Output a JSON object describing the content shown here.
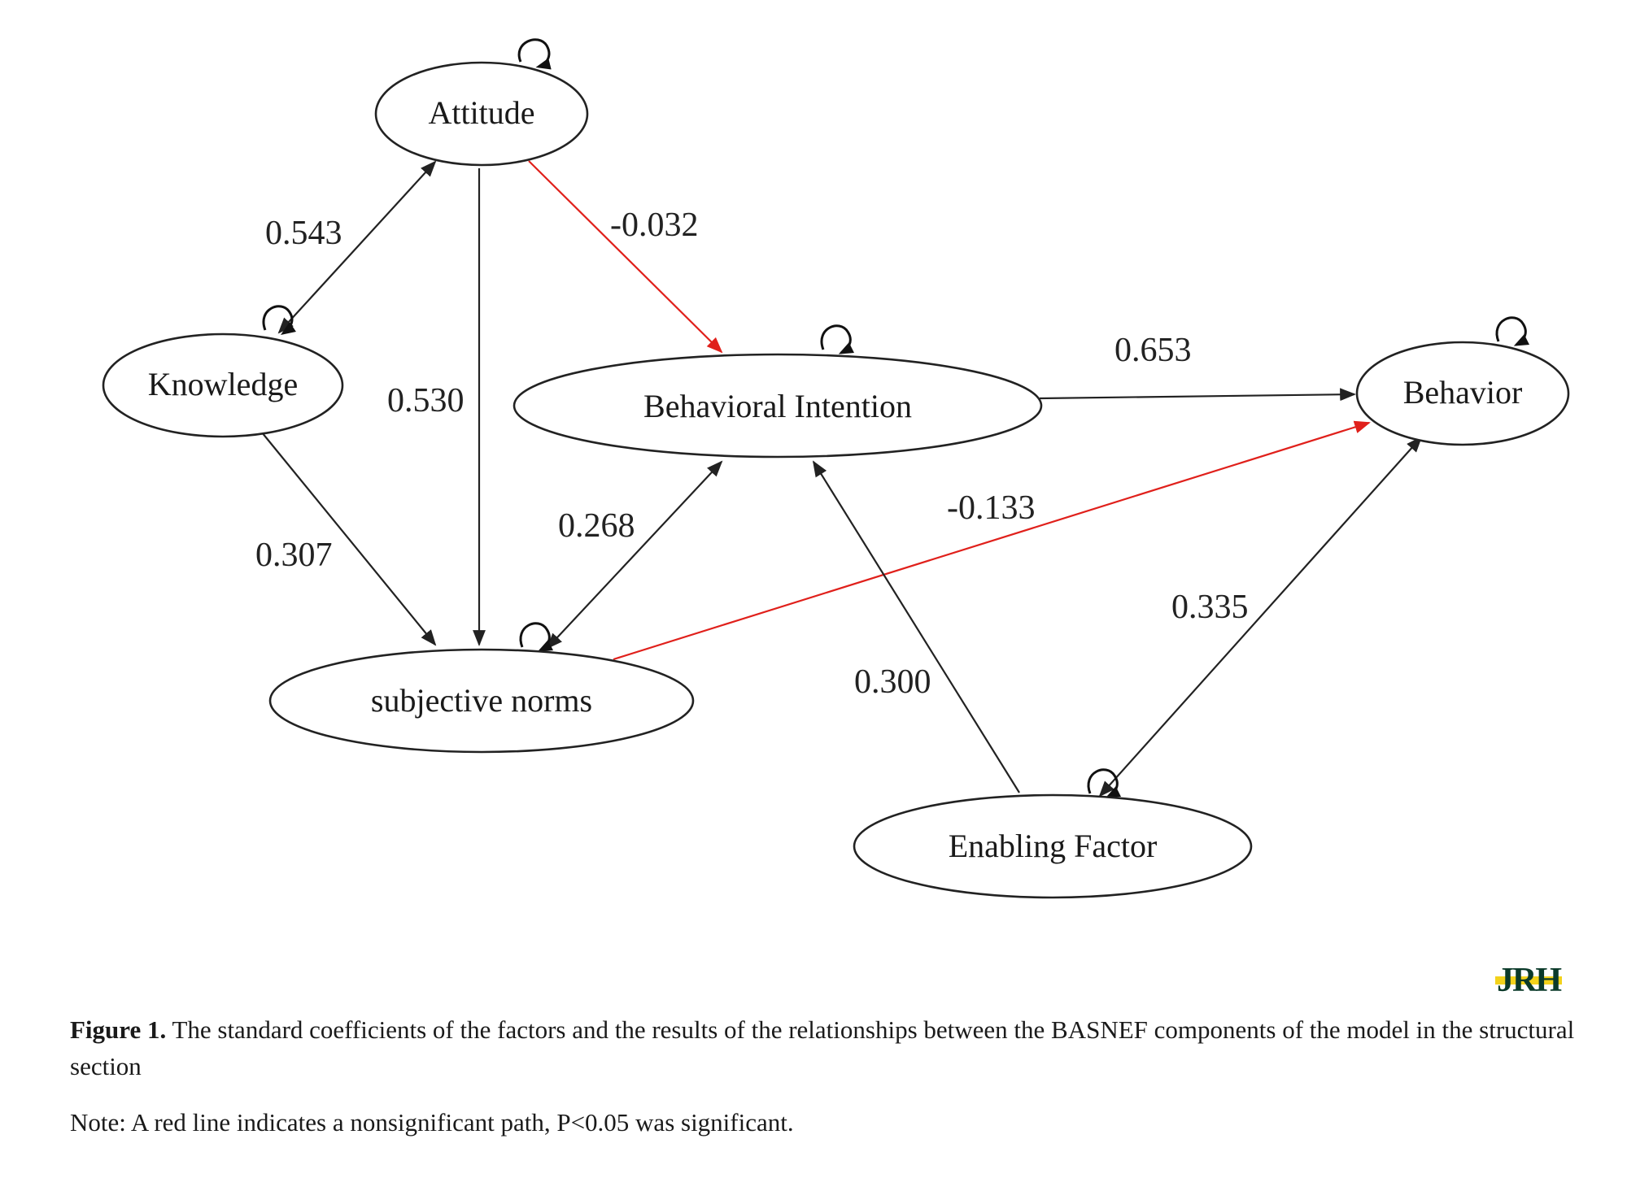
{
  "diagram": {
    "nodes": {
      "attitude": "Attitude",
      "knowledge": "Knowledge",
      "behavioral_intention": "Behavioral Intention",
      "behavior": "Behavior",
      "subjective_norms": "subjective norms",
      "enabling_factor": "Enabling Factor"
    },
    "edges": {
      "knowledge_attitude": "0.543",
      "attitude_intention": "-0.032",
      "attitude_norms": "0.530",
      "knowledge_norms": "0.307",
      "norms_intention": "0.268",
      "intention_behavior": "0.653",
      "norms_behavior": "-0.133",
      "enabling_intention": "0.300",
      "enabling_behavior": "0.335"
    },
    "colors": {
      "significant_path": "#222222",
      "nonsignificant_path": "#e0201b"
    }
  },
  "caption": {
    "label": "Figure 1.",
    "text": " The standard coefficients of the factors and the results of the relationships between the BASNEF components of the model in the structural section"
  },
  "note": "Note: A red line indicates a nonsignificant path, P<0.05 was significant.",
  "logo": "JRH"
}
